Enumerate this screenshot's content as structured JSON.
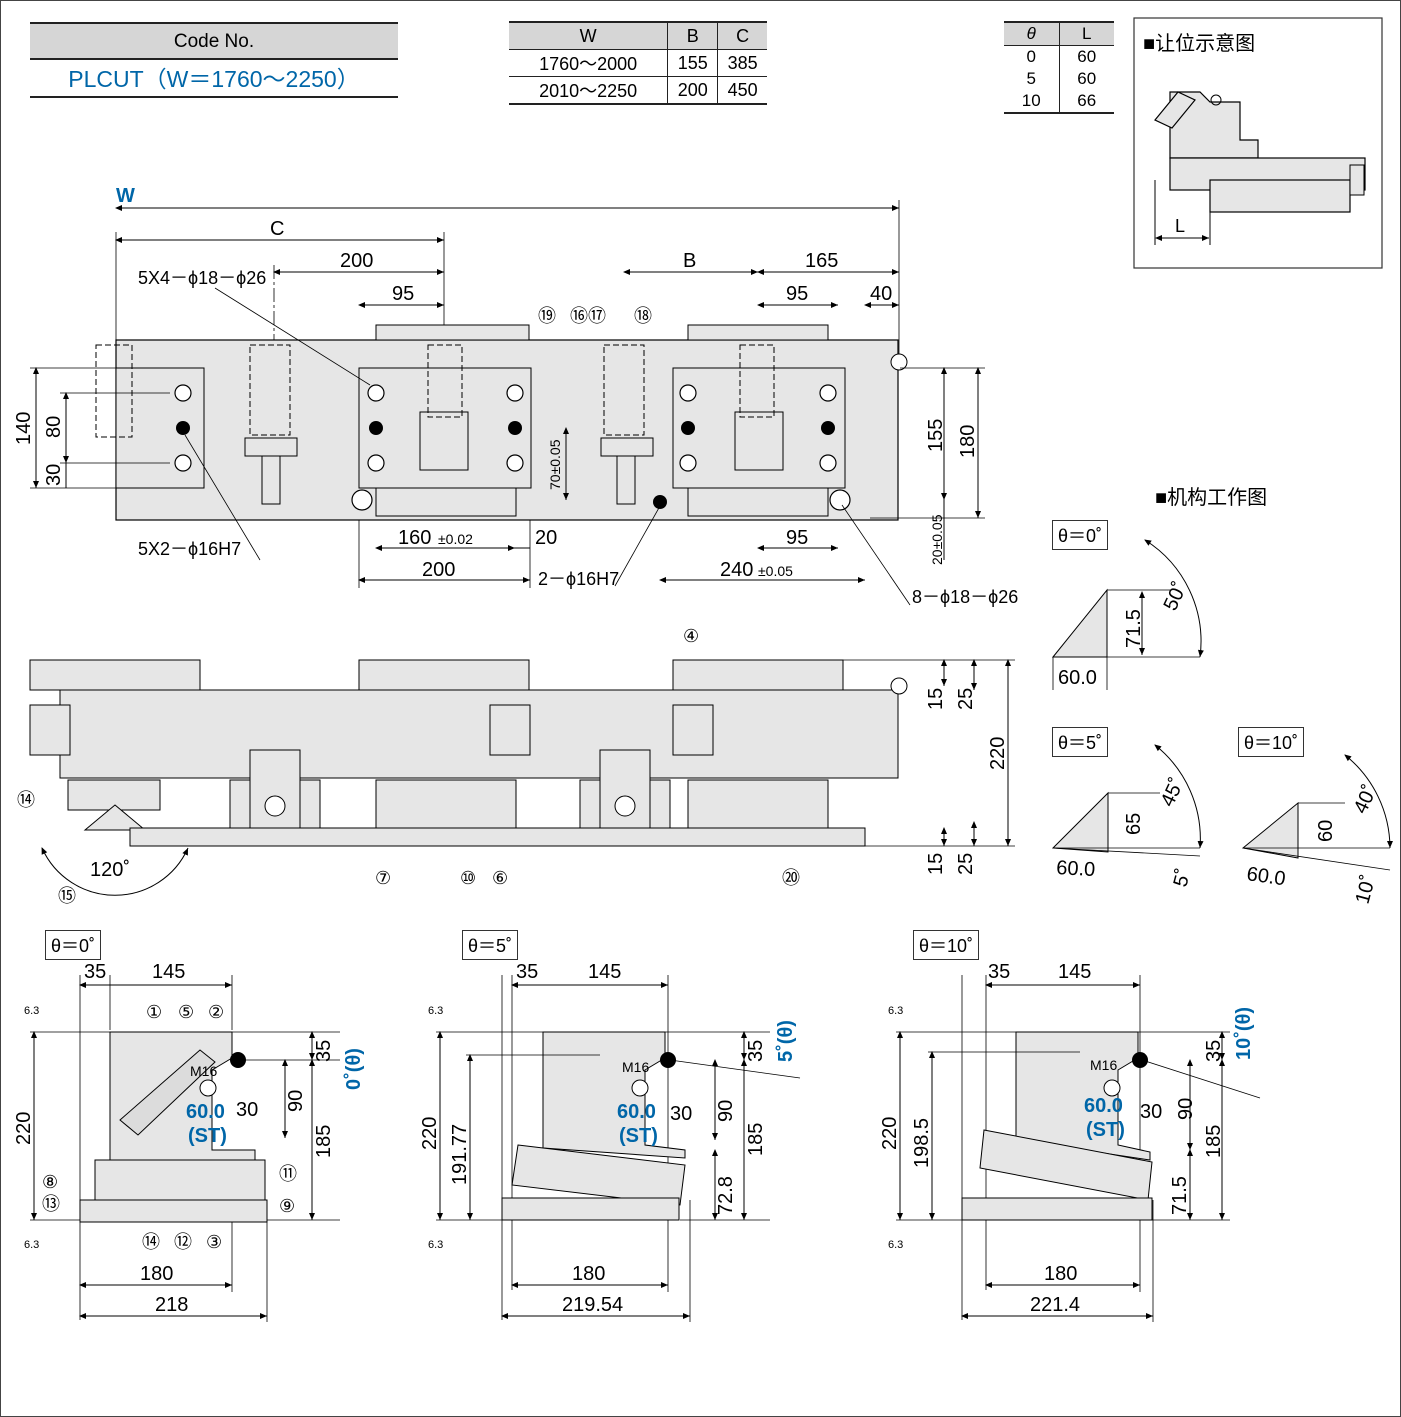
{
  "code_box": {
    "header": "Code No.",
    "value": "PLCUT（W＝1760～2250）"
  },
  "wbc_table": {
    "headers": [
      "W",
      "B",
      "C"
    ],
    "rows": [
      [
        "1760～2000",
        "155",
        "385"
      ],
      [
        "2010～2250",
        "200",
        "450"
      ]
    ]
  },
  "theta_l_table": {
    "headers": [
      "θ",
      "L"
    ],
    "rows": [
      [
        "0",
        "60"
      ],
      [
        "5",
        "60"
      ],
      [
        "10",
        "66"
      ]
    ]
  },
  "clearance_diagram": {
    "title": "■让位示意图",
    "l_label": "L"
  },
  "mechanism": {
    "title": "■机构工作图",
    "views": [
      {
        "angle_label": "θ＝0˚",
        "base": "60.0",
        "height": "71.5",
        "swing": "50˚"
      },
      {
        "angle_label": "θ＝5˚",
        "base": "60.0",
        "height": "65",
        "swing": "45˚",
        "tilt": "5˚"
      },
      {
        "angle_label": "θ＝10˚",
        "base": "60.0",
        "height": "60",
        "swing": "40˚",
        "tilt": "10˚"
      }
    ]
  },
  "top_view": {
    "w_label": "W",
    "dims": {
      "c": "C",
      "d200a": "200",
      "b": "B",
      "d165": "165",
      "d95a": "95",
      "d95b": "95",
      "d40": "40",
      "d140": "140",
      "d80": "80",
      "d30": "30",
      "d155": "155",
      "d180": "180",
      "d70": "70±0.05",
      "d20v": "20±0.05",
      "d160": "160",
      "d160tol": "±0.02",
      "d20h": "20",
      "d95c": "95",
      "d200b": "200",
      "d240": "240",
      "d240tol": "±0.05"
    },
    "notes": {
      "holes_a": "5X4－ϕ18－ϕ26",
      "holes_b": "5X2－ϕ16H7",
      "holes_c": "2－ϕ16H7",
      "holes_d": "8－ϕ18－ϕ26"
    },
    "part_nums": [
      "⑲",
      "⑯⑰",
      "⑱"
    ]
  },
  "front_view": {
    "dims": {
      "d15a": "15",
      "d25a": "25",
      "d220": "220",
      "d15b": "15",
      "d25b": "25",
      "angle": "120˚"
    },
    "part_nums": {
      "p4": "④",
      "p14": "⑭",
      "p15": "⑮",
      "p7": "⑦",
      "p10": "⑩",
      "p6": "⑥",
      "p20": "⑳"
    }
  },
  "side_views": [
    {
      "angle_label": "θ＝0˚",
      "d35": "35",
      "d145": "145",
      "d35r": "35",
      "theta": "0˚(θ)",
      "d220": "220",
      "d90": "90",
      "d185": "185",
      "d30": "30",
      "st": "60.0",
      "st_label": "(ST)",
      "m16": "M16",
      "bottom1": "180",
      "bottom2": "218",
      "rough": "6.3"
    },
    {
      "angle_label": "θ＝5˚",
      "d35": "35",
      "d145": "145",
      "d35r": "35",
      "theta": "5˚(θ)",
      "d220": "220",
      "d19177": "191.77",
      "d90": "90",
      "d185": "185",
      "d728": "72.8",
      "d30": "30",
      "st": "60.0",
      "st_label": "(ST)",
      "m16": "M16",
      "bottom1": "180",
      "bottom2": "219.54",
      "rough": "6.3"
    },
    {
      "angle_label": "θ＝10˚",
      "d35": "35",
      "d145": "145",
      "d35r": "35",
      "theta": "10˚(θ)",
      "d220": "220",
      "d1985": "198.5",
      "d90": "90",
      "d185": "185",
      "d715": "71.5",
      "d30": "30",
      "st": "60.0",
      "st_label": "(ST)",
      "m16": "M16",
      "bottom1": "180",
      "bottom2": "221.4",
      "rough": "6.3"
    }
  ],
  "side_part_nums": {
    "p1": "①",
    "p5": "⑤",
    "p2": "②",
    "p8": "⑧",
    "p13": "⑬",
    "p11": "⑪",
    "p9": "⑨",
    "p14": "⑭",
    "p12": "⑫",
    "p3": "③"
  },
  "colors": {
    "body_fill": "#e6e6e6",
    "accent_blue": "#0066a8",
    "line": "#000000"
  }
}
